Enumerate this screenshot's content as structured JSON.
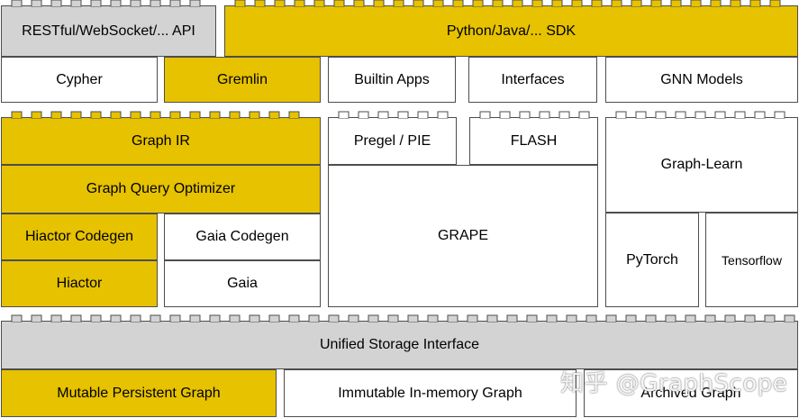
{
  "colors": {
    "yellow": "#e6c200",
    "gray": "#d3d3d3",
    "white": "#ffffff",
    "border": "#4d4d4d"
  },
  "blocks": {
    "rest_api": "RESTful/WebSocket/... API",
    "sdk": "Python/Java/... SDK",
    "cypher": "Cypher",
    "gremlin": "Gremlin",
    "builtin_apps": "Builtin Apps",
    "interfaces": "Interfaces",
    "gnn_models": "GNN Models",
    "graph_ir": "Graph IR",
    "pregel_pie": "Pregel / PIE",
    "flash": "FLASH",
    "graph_learn": "Graph-Learn",
    "graph_query_optimizer": "Graph Query Optimizer",
    "hiactor_codegen": "Hiactor Codegen",
    "gaia_codegen": "Gaia Codegen",
    "grape": "GRAPE",
    "pytorch": "PyTorch",
    "tensorflow": "Tensorflow",
    "hiactor": "Hiactor",
    "gaia": "Gaia",
    "unified_storage": "Unified Storage Interface",
    "mutable_graph": "Mutable Persistent Graph",
    "immutable_graph": "Immutable In-memory Graph",
    "archived_graph": "Archived Graph"
  },
  "watermark": "知乎 @GraphScope"
}
